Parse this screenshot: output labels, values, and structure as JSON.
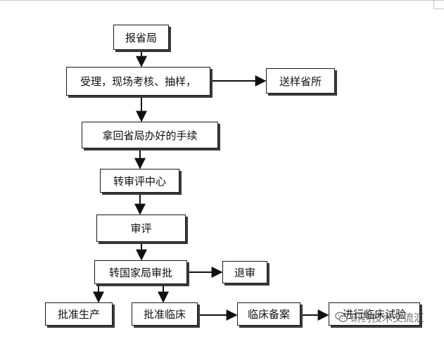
{
  "nodes": {
    "report_bureau": "报省局",
    "accept_inspect_sample": "受理，现场考核、抽样，",
    "send_sample": "送样省所",
    "retrieve_docs": "拿回省局办好的手续",
    "to_review_center": "转审评中心",
    "review": "审评",
    "to_national_bureau": "转国家局审批",
    "reject": "退审",
    "approve_production": "批准生产",
    "approve_clinical": "批准临床",
    "clinical_record": "临床备案",
    "conduct_trial": "进行临床试验"
  },
  "watermark": {
    "text": "研药技术交流汇",
    "icon": "wechat-icon"
  }
}
